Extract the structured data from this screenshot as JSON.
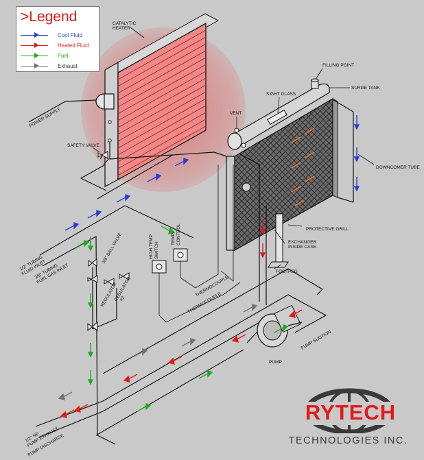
{
  "legend": {
    "title": "Legend",
    "items": [
      {
        "label": "Cool Fluid",
        "color": "#2b3ed6"
      },
      {
        "label": "Heated Fluid",
        "color": "#e31b1b"
      },
      {
        "label": "Fuel",
        "color": "#23a823"
      },
      {
        "label": "Exhaust",
        "color": "#707070"
      }
    ]
  },
  "labels": {
    "catalytic_heater": [
      "CATALYTIC",
      "HEATER"
    ],
    "filling_point": "FILLING POINT",
    "surge_tank": "SURGE TANK",
    "sight_glass": "SIGHT GLASS",
    "vent": "VENT",
    "downcomer_tube": "DOWNCOMER TUBE",
    "power_supply": "POWER SUPPLY",
    "safety_valve": "SAFETY VALVE",
    "protective_grill": "PROTECTIVE GRILL",
    "exchanger": [
      "EXCHANGER",
      "INSIDE CASE"
    ],
    "footpeg": "FOOTPEG",
    "temp_control": [
      "TEMP",
      "CONTROL"
    ],
    "high_temp_switch": [
      "HIGH TEMP",
      "SWITCH"
    ],
    "ball_valve": "3/8\" BALL VALVE",
    "fluid_inlet": [
      "1/2\" TUBING",
      "FLUID INLET"
    ],
    "fuel_gas_inlet": [
      "3/8\" TUBING",
      "FUEL GAS INLET"
    ],
    "regulator": "REGULATOR",
    "regulator_2": [
      "REGULATOR",
      "#2"
    ],
    "thermocouple_1": "THERMOCOUPLE",
    "thermocouple_2": "THERMOCOUPLE",
    "pump": "PUMP",
    "pump_suction": "PUMP SUCTION",
    "pump_exhaust": [
      "1/2\" NP",
      "PUMP EXHAUST"
    ],
    "pump_discharge": "PUMP DISCHARGE"
  },
  "brand": {
    "name": "RYTECH",
    "tagline": "TECHNOLOGIES INC.",
    "accent": "#e21a1a"
  }
}
